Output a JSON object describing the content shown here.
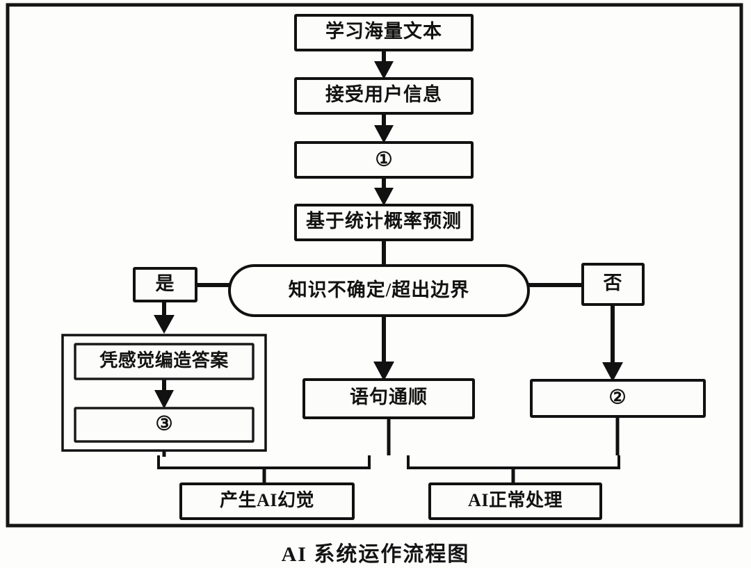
{
  "figure": {
    "caption": "AI 系统运作流程图",
    "colors": {
      "stroke": "#111111",
      "fill": "#fcfcfa",
      "background": "#fdfdfc"
    }
  },
  "nodes": {
    "learn_corpus": "学习海量文本",
    "receive_user_info": "接受用户信息",
    "blank_one": "①",
    "statistical_prediction": "基于统计概率预测",
    "decision": "知识不确定/超出边界",
    "branch_yes": "是",
    "branch_no": "否",
    "fabricate_answer": "凭感觉编造答案",
    "blank_three": "③",
    "fluent_sentence": "语句通顺",
    "blank_two": "②",
    "ai_hallucination": "产生AI幻觉",
    "ai_normal": "AI正常处理"
  },
  "edges": [
    {
      "from": "learn_corpus",
      "to": "receive_user_info",
      "label": ""
    },
    {
      "from": "receive_user_info",
      "to": "blank_one",
      "label": ""
    },
    {
      "from": "blank_one",
      "to": "statistical_prediction",
      "label": ""
    },
    {
      "from": "statistical_prediction",
      "to": "decision",
      "label": ""
    },
    {
      "from": "decision",
      "to": "branch_yes",
      "label": "是"
    },
    {
      "from": "decision",
      "to": "branch_no",
      "label": "否"
    },
    {
      "from": "branch_yes",
      "to": "fabricate_answer",
      "label": ""
    },
    {
      "from": "fabricate_answer",
      "to": "blank_three",
      "label": ""
    },
    {
      "from": "decision",
      "to": "fluent_sentence",
      "label": ""
    },
    {
      "from": "branch_no",
      "to": "blank_two",
      "label": ""
    },
    {
      "from": "blank_three",
      "to": "ai_hallucination",
      "label": ""
    },
    {
      "from": "fluent_sentence",
      "to": "ai_normal",
      "label": ""
    },
    {
      "from": "blank_two",
      "to": "ai_normal",
      "label": ""
    }
  ]
}
